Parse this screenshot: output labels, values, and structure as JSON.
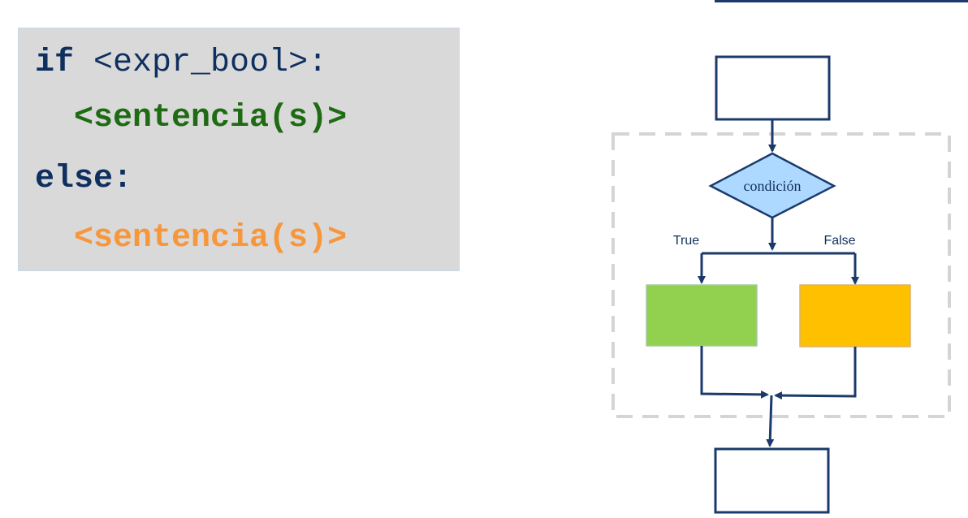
{
  "colors": {
    "keyword": "#0f2f5f",
    "true_statement": "#1f6b14",
    "false_statement": "#f7963a",
    "arrow": "#1b3a6b",
    "diamond_fill": "#add8ff",
    "true_box": "#92d050",
    "false_box": "#ffc000",
    "dashed_border": "#d4d4d4"
  },
  "code": {
    "if_keyword": "if",
    "condition": "<expr_bool>:",
    "true_statement": "<sentencia(s)>",
    "else_keyword": "else",
    "else_colon": ":",
    "false_statement": "<sentencia(s)>"
  },
  "flowchart": {
    "condition_label": "condición",
    "true_label": "True",
    "false_label": "False"
  }
}
